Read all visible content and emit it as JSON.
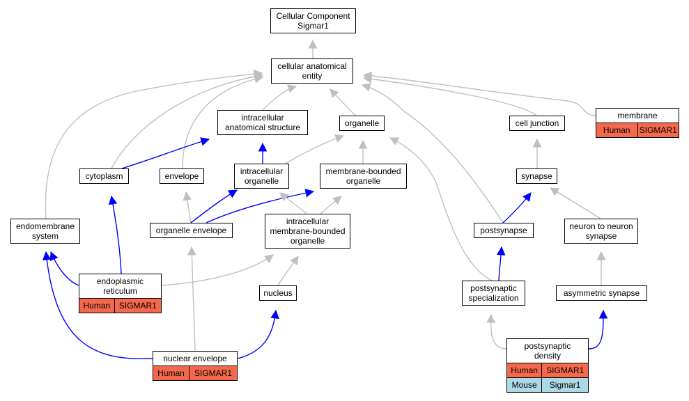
{
  "colors": {
    "is_a_edge": "#bfbfbf",
    "part_of_edge": "#0000ff",
    "human_row": "#f4694b",
    "mouse_row": "#add8e6"
  },
  "nodes": {
    "root": {
      "line1": "Cellular Component",
      "line2": "Sigmar1"
    },
    "cae": {
      "line1": "cellular anatomical",
      "line2": "entity"
    },
    "ias": {
      "line1": "intracellular",
      "line2": "anatomical structure"
    },
    "organelle": {
      "line1": "organelle"
    },
    "cell_junction": {
      "line1": "cell junction"
    },
    "membrane": {
      "line1": "membrane"
    },
    "cytoplasm": {
      "line1": "cytoplasm"
    },
    "envelope": {
      "line1": "envelope"
    },
    "intra_org": {
      "line1": "intracellular",
      "line2": "organelle"
    },
    "mbo": {
      "line1": "membrane-bounded",
      "line2": "organelle"
    },
    "synapse": {
      "line1": "synapse"
    },
    "endomembrane": {
      "line1": "endomembrane",
      "line2": "system"
    },
    "org_env": {
      "line1": "organelle envelope"
    },
    "imbo": {
      "line1": "intracellular",
      "line2": "membrane-bounded",
      "line3": "organelle"
    },
    "postsynapse": {
      "line1": "postsynapse"
    },
    "n2n": {
      "line1": "neuron to neuron",
      "line2": "synapse"
    },
    "er": {
      "line1": "endoplasmic",
      "line2": "reticulum"
    },
    "nucleus": {
      "line1": "nucleus"
    },
    "ps_spec": {
      "line1": "postsynaptic",
      "line2": "specialization"
    },
    "asym": {
      "line1": "asymmetric synapse"
    },
    "nuc_env": {
      "line1": "nuclear envelope"
    },
    "psd": {
      "line1": "postsynaptic",
      "line2": "density"
    }
  },
  "annotations": {
    "membrane": [
      {
        "species": "Human",
        "gene": "SIGMAR1"
      }
    ],
    "er": [
      {
        "species": "Human",
        "gene": "SIGMAR1"
      }
    ],
    "nuc_env": [
      {
        "species": "Human",
        "gene": "SIGMAR1"
      }
    ],
    "psd": [
      {
        "species": "Human",
        "gene": "SIGMAR1"
      },
      {
        "species": "Mouse",
        "gene": "Sigmar1"
      }
    ]
  },
  "edges": [
    {
      "from": "cae",
      "to": "root",
      "type": "is_a"
    },
    {
      "from": "ias",
      "to": "cae",
      "type": "is_a"
    },
    {
      "from": "organelle",
      "to": "cae",
      "type": "is_a"
    },
    {
      "from": "cell_junction",
      "to": "cae",
      "type": "is_a"
    },
    {
      "from": "membrane",
      "to": "cae",
      "type": "is_a"
    },
    {
      "from": "cytoplasm",
      "to": "cae",
      "type": "is_a"
    },
    {
      "from": "envelope",
      "to": "cae",
      "type": "is_a"
    },
    {
      "from": "endomembrane",
      "to": "cae",
      "type": "is_a"
    },
    {
      "from": "postsynapse",
      "to": "cae",
      "type": "is_a"
    },
    {
      "from": "cytoplasm",
      "to": "ias",
      "type": "part_of"
    },
    {
      "from": "intra_org",
      "to": "ias",
      "type": "part_of"
    },
    {
      "from": "intra_org",
      "to": "organelle",
      "type": "is_a"
    },
    {
      "from": "mbo",
      "to": "organelle",
      "type": "is_a"
    },
    {
      "from": "ps_spec",
      "to": "organelle",
      "type": "is_a"
    },
    {
      "from": "synapse",
      "to": "cell_junction",
      "type": "is_a"
    },
    {
      "from": "org_env",
      "to": "envelope",
      "type": "is_a"
    },
    {
      "from": "org_env",
      "to": "intra_org",
      "type": "part_of"
    },
    {
      "from": "org_env",
      "to": "mbo",
      "type": "part_of"
    },
    {
      "from": "imbo",
      "to": "intra_org",
      "type": "is_a"
    },
    {
      "from": "imbo",
      "to": "mbo",
      "type": "is_a"
    },
    {
      "from": "postsynapse",
      "to": "synapse",
      "type": "part_of"
    },
    {
      "from": "n2n",
      "to": "synapse",
      "type": "is_a"
    },
    {
      "from": "er",
      "to": "cytoplasm",
      "type": "part_of"
    },
    {
      "from": "er",
      "to": "endomembrane",
      "type": "part_of"
    },
    {
      "from": "er",
      "to": "imbo",
      "type": "is_a"
    },
    {
      "from": "nucleus",
      "to": "imbo",
      "type": "is_a"
    },
    {
      "from": "ps_spec",
      "to": "postsynapse",
      "type": "part_of"
    },
    {
      "from": "asym",
      "to": "n2n",
      "type": "is_a"
    },
    {
      "from": "nuc_env",
      "to": "org_env",
      "type": "is_a"
    },
    {
      "from": "nuc_env",
      "to": "nucleus",
      "type": "part_of"
    },
    {
      "from": "nuc_env",
      "to": "endomembrane",
      "type": "part_of"
    },
    {
      "from": "psd",
      "to": "ps_spec",
      "type": "is_a"
    },
    {
      "from": "psd",
      "to": "asym",
      "type": "part_of"
    }
  ]
}
